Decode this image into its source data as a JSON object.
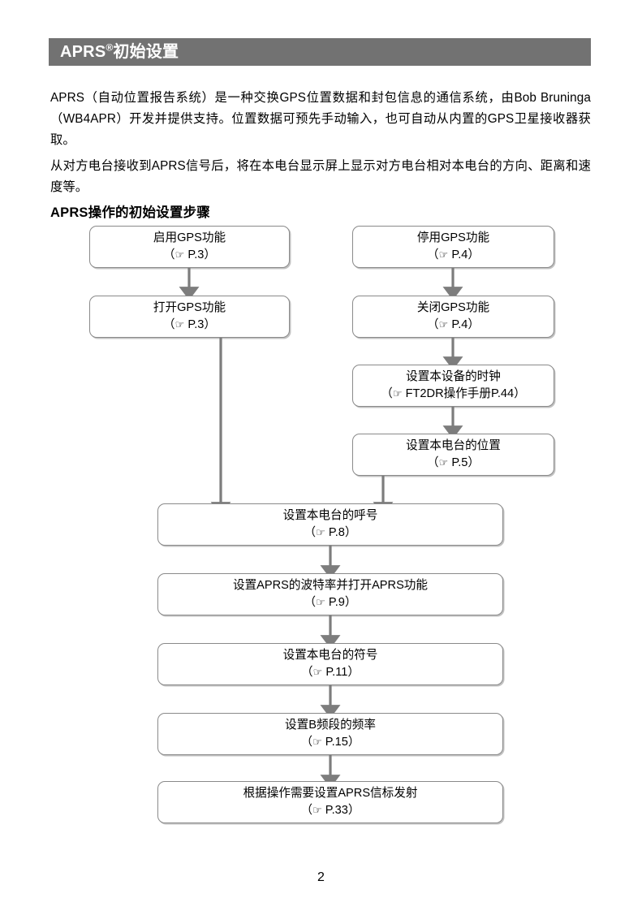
{
  "header": {
    "title_main": "APRS",
    "title_reg": "®",
    "title_rest": "初始设置",
    "bar_color": "#727272",
    "text_color": "#ffffff"
  },
  "body": {
    "paragraph_1": "APRS（自动位置报告系统）是一种交换GPS位置数据和封包信息的通信系统，由Bob Bruninga（WB4APR）开发并提供支持。位置数据可预先手动输入，也可自动从内置的GPS卫星接收器获取。",
    "paragraph_2": "从对方电台接收到APRS信号后，将在本电台显示屏上显示对方电台相对本电台的方向、距离和速度等。",
    "subheading": "APRS操作的初始设置步骤"
  },
  "flowchart": {
    "line_color": "#8a8a8a",
    "arrow_color": "#7d7d7d",
    "hand_icon": "☞",
    "nodes": [
      {
        "id": "enable-gps",
        "line1": "启用GPS功能",
        "line2_prefix": "（",
        "line2_ref": " P.3",
        "line2_suffix": "）"
      },
      {
        "id": "disable-gps",
        "line1": "停用GPS功能",
        "line2_prefix": "（",
        "line2_ref": " P.4",
        "line2_suffix": "）"
      },
      {
        "id": "turn-on-gps",
        "line1": "打开GPS功能",
        "line2_prefix": "（",
        "line2_ref": " P.3",
        "line2_suffix": "）"
      },
      {
        "id": "turn-off-gps",
        "line1": "关闭GPS功能",
        "line2_prefix": "（",
        "line2_ref": " P.4",
        "line2_suffix": "）"
      },
      {
        "id": "set-device-clock",
        "line1": "设置本设备的时钟",
        "line2_prefix": "（",
        "line2_ref": " FT2DR操作手册P.44",
        "line2_suffix": "）"
      },
      {
        "id": "set-station-position",
        "line1": "设置本电台的位置",
        "line2_prefix": "（",
        "line2_ref": " P.5",
        "line2_suffix": "）"
      },
      {
        "id": "set-station-callsign",
        "line1": "设置本电台的呼号",
        "line2_prefix": "（",
        "line2_ref": " P.8",
        "line2_suffix": "）"
      },
      {
        "id": "set-aprs-baud-rate",
        "line1": "设置APRS的波特率并打开APRS功能",
        "line2_prefix": "（",
        "line2_ref": " P.9",
        "line2_suffix": "）"
      },
      {
        "id": "set-station-symbol",
        "line1": "设置本电台的符号",
        "line2_prefix": "（",
        "line2_ref": " P.11",
        "line2_suffix": "）"
      },
      {
        "id": "set-b-band-frequency",
        "line1": "设置B频段的频率",
        "line2_prefix": "（",
        "line2_ref": " P.15",
        "line2_suffix": "）"
      },
      {
        "id": "set-aprs-beacon-tx",
        "line1": "根据操作需要设置APRS信标发射",
        "line2_prefix": "（",
        "line2_ref": " P.33",
        "line2_suffix": "）"
      }
    ]
  },
  "footer": {
    "page_number": "2"
  }
}
